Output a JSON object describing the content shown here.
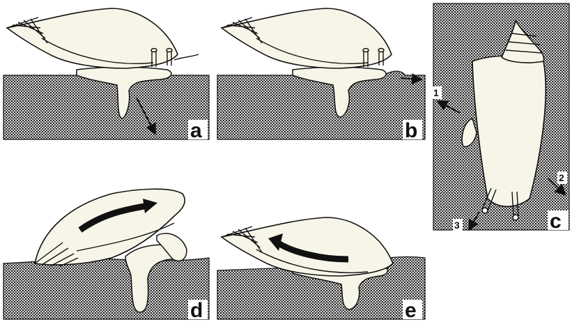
{
  "colors": {
    "ground": "#9a9a9a",
    "shell": "#f7f5e8",
    "outline": "#111111",
    "arrow": "#111111"
  },
  "panels": {
    "a": {
      "label": "a"
    },
    "b": {
      "label": "b"
    },
    "c": {
      "label": "c",
      "arrow_labels": [
        "1",
        "2",
        "3"
      ]
    },
    "d": {
      "label": "d"
    },
    "e": {
      "label": "e"
    }
  }
}
